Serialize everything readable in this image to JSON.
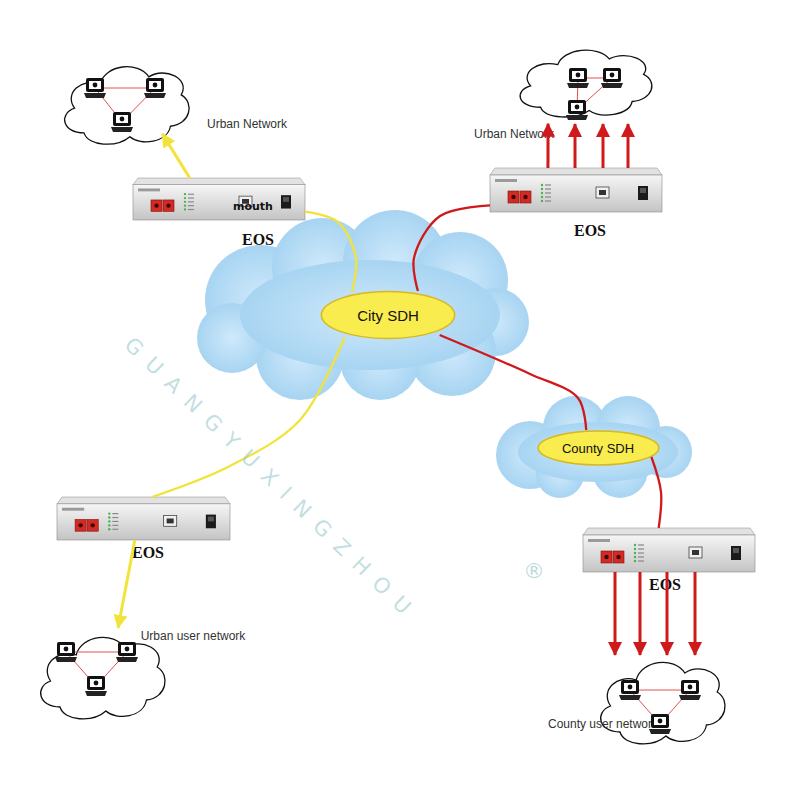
{
  "diagram": {
    "nodes": [
      {
        "text": [
          "Urban Network"
        ]
      },
      {
        "text": [
          "EOS"
        ]
      },
      {
        "text": [
          "Urban Network"
        ]
      },
      {
        "text": [
          "EOS"
        ]
      },
      {
        "text": [
          "City SDH"
        ]
      },
      {
        "text": [
          "County SDH"
        ]
      },
      {
        "text": [
          "EOS"
        ]
      },
      {
        "text": [
          "EOS"
        ]
      },
      {
        "text": [
          "Urban user network"
        ]
      },
      {
        "text": [
          "County user network"
        ]
      }
    ],
    "edges": [
      {
        "from": 1,
        "to": 0,
        "arrow": "to"
      },
      {
        "from": 4,
        "to": 1,
        "arrow": "none"
      },
      {
        "from": 3,
        "to": 2,
        "arrow": "to"
      },
      {
        "from": 4,
        "to": 3,
        "arrow": "none"
      },
      {
        "from": 4,
        "to": 5,
        "arrow": "none"
      },
      {
        "from": 5,
        "to": 7,
        "arrow": "none"
      },
      {
        "from": 4,
        "to": 6,
        "arrow": "none"
      },
      {
        "from": 6,
        "to": 8,
        "arrow": "to"
      },
      {
        "from": 7,
        "to": 9,
        "arrow": "to"
      }
    ],
    "labels": [
      "mouth",
      "GUANGYUXINGZHOU",
      "®"
    ]
  }
}
